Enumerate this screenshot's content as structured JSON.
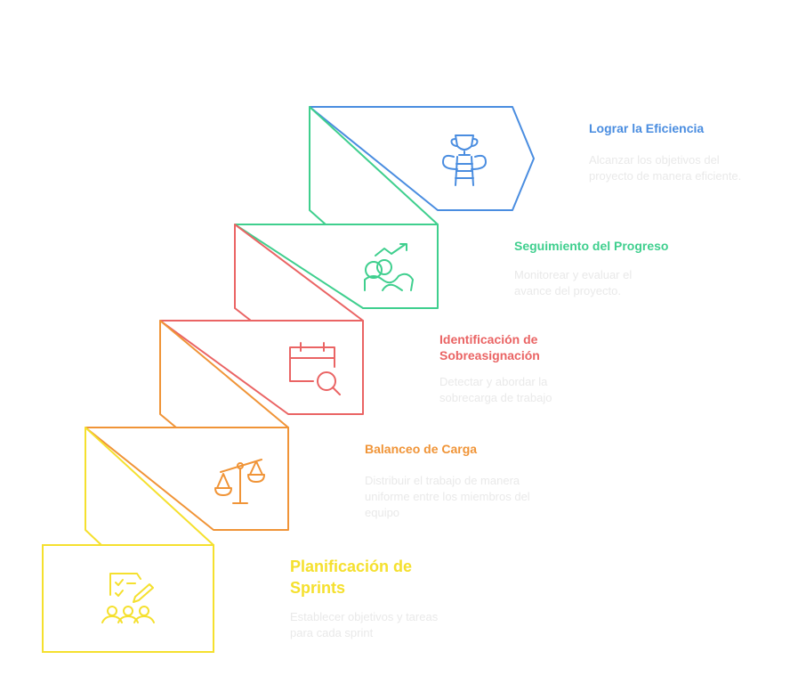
{
  "colors": {
    "blue": "#4a8de0",
    "green": "#3fcf8e",
    "red": "#ea6464",
    "orange": "#f09437",
    "yellow": "#f5e02e"
  },
  "steps": [
    {
      "title": "Planificación de Sprints",
      "description": "Establecer objetivos y tareas para cada sprint",
      "icon": "planning-team-icon",
      "color": "#f5e02e"
    },
    {
      "title": "Balanceo de Carga",
      "description": "Distribuir el trabajo de manera uniforme entre los miembros del equipo",
      "icon": "balance-scale-icon",
      "color": "#f09437"
    },
    {
      "title": "Identificación de Sobreasignación",
      "description": "Detectar y abordar la sobrecarga de trabajo",
      "icon": "calendar-search-icon",
      "color": "#ea6464"
    },
    {
      "title": "Seguimiento del Progreso",
      "description": "Monitorear y evaluar el avance del proyecto.",
      "icon": "progress-tracking-icon",
      "color": "#3fcf8e"
    },
    {
      "title": "Lograr la Eficiencia",
      "description": "Alcanzar los objetivos del proyecto de manera eficiente.",
      "icon": "trophy-ladder-icon",
      "color": "#4a8de0"
    }
  ]
}
